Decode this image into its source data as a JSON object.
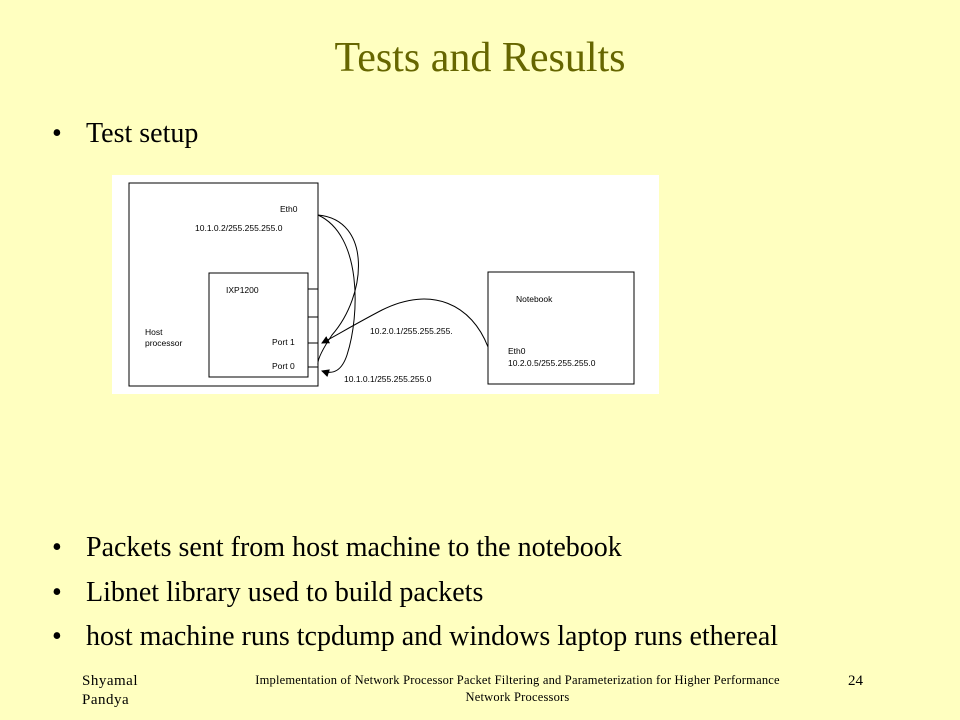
{
  "slide": {
    "title": "Tests and Results",
    "bullets_top": [
      {
        "text": "Test setup"
      }
    ],
    "bullets_bottom": [
      {
        "text": "Packets sent from host machine to the notebook"
      },
      {
        "text": "Libnet library used to build packets"
      },
      {
        "text": "host machine runs tcpdump and windows laptop runs ethereal"
      }
    ],
    "bullet_glyph": "•"
  },
  "diagram": {
    "host": {
      "eth_label": "Eth0",
      "eth_ip": "10.1.0.2/255.255.255.0",
      "label_line1": "Host",
      "label_line2": "processor"
    },
    "ixp": {
      "label": "IXP1200",
      "port1": "Port 1",
      "port0": "Port 0"
    },
    "notebook": {
      "label": "Notebook",
      "eth_label": "Eth0",
      "eth_ip": "10.2.0.5/255.255.255.0"
    },
    "link_port1_ip": "10.2.0.1/255.255.255.",
    "link_port0_ip": "10.1.0.1/255.255.255.0"
  },
  "footer": {
    "author": "Shyamal Pandya",
    "title": "Implementation of Network Processor Packet Filtering and Parameterization for Higher Performance Network Processors",
    "page": "24"
  }
}
